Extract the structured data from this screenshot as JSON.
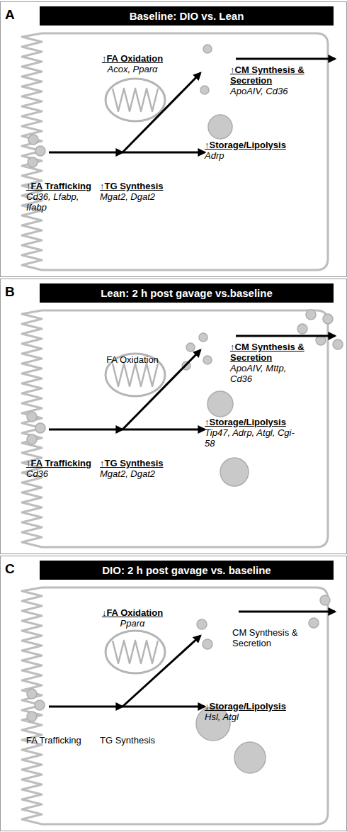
{
  "diagram": {
    "nodes": [
      {
        "text": [
          "A"
        ]
      },
      {
        "text": [
          "Baseline: DIO vs. Lean"
        ],
        "in": 0
      },
      {
        "text": [
          "↑FA Oxidation",
          "Acox, Pparα"
        ],
        "in": 0
      },
      {
        "text": [
          "↑CM Synthesis & Secretion",
          "ApoAIV, Cd36"
        ],
        "in": 0
      },
      {
        "text": [
          "↑Storage/Lipolysis",
          "Adrp"
        ],
        "in": 0
      },
      {
        "text": [
          "↑FA Trafficking",
          "Cd36, Lfabp, Ifabp"
        ],
        "in": 0
      },
      {
        "text": [
          "↑TG Synthesis",
          "Mgat2, Dgat2"
        ],
        "in": 0
      },
      {
        "text": [
          "B"
        ]
      },
      {
        "text": [
          "Lean: 2 h post gavage vs.baseline"
        ],
        "in": 7
      },
      {
        "text": [
          "FA Oxidation"
        ],
        "in": 7
      },
      {
        "text": [
          "↑CM Synthesis & Secretion",
          "ApoAIV, Mttp, Cd36"
        ],
        "in": 7
      },
      {
        "text": [
          "↑Storage/Lipolysis",
          "Tip47, Adrp, Atgl, Cgi-58"
        ],
        "in": 7
      },
      {
        "text": [
          "↑FA Trafficking",
          "Cd36"
        ],
        "in": 7
      },
      {
        "text": [
          "↑TG Synthesis",
          "Mgat2, Dgat2"
        ],
        "in": 7
      },
      {
        "text": [
          "C"
        ]
      },
      {
        "text": [
          "DIO: 2 h post gavage vs. baseline"
        ],
        "in": 14
      },
      {
        "text": [
          "↓FA Oxidation",
          "Pparα"
        ],
        "in": 14
      },
      {
        "text": [
          "CM Synthesis & Secretion"
        ],
        "in": 14
      },
      {
        "text": [
          "↓Storage/Lipolysis",
          "Hsl, Atgl"
        ],
        "in": 14
      },
      {
        "text": [
          "FA Trafficking"
        ],
        "in": 14
      },
      {
        "text": [
          "TG Synthesis"
        ],
        "in": 14
      }
    ],
    "edges": [
      {
        "from": 5,
        "to": 6,
        "arrow": "to"
      },
      {
        "from": 6,
        "to": 3,
        "arrow": "to"
      },
      {
        "from": 6,
        "to": 4,
        "arrow": "to"
      },
      {
        "from": 12,
        "to": 13,
        "arrow": "to"
      },
      {
        "from": 13,
        "to": 10,
        "arrow": "to"
      },
      {
        "from": 13,
        "to": 11,
        "arrow": "to"
      },
      {
        "from": 19,
        "to": 20,
        "arrow": "to"
      },
      {
        "from": 20,
        "to": 17,
        "arrow": "to"
      },
      {
        "from": 20,
        "to": 18,
        "arrow": "to"
      }
    ]
  }
}
